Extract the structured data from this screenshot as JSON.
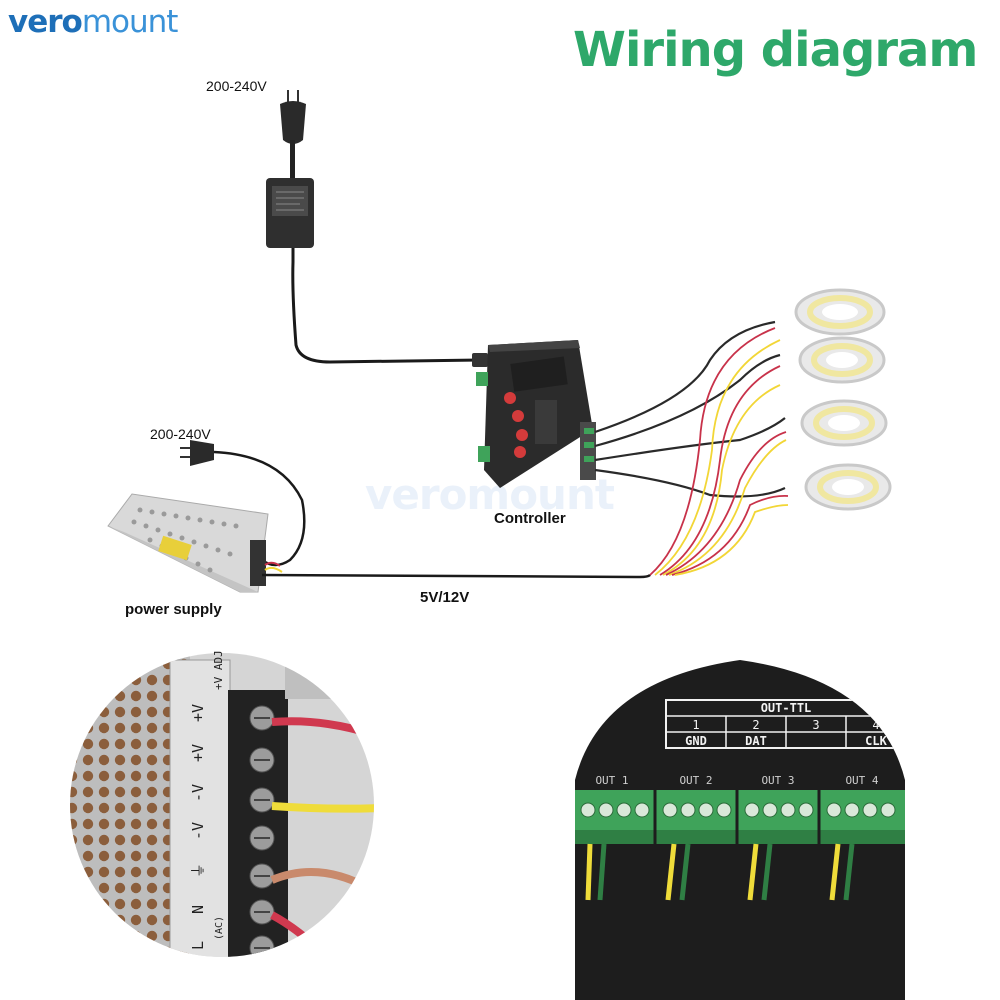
{
  "logo": {
    "part1": "vero",
    "part2": "mount"
  },
  "title": "Wiring diagram",
  "labels": {
    "adapter_voltage": "200-240V",
    "psu_voltage": "200-240V",
    "controller": "Controller",
    "power_supply": "power supply",
    "output_voltage": "5V/12V"
  },
  "watermark": "veromount",
  "terminal_labels": [
    "+V",
    "+V",
    "-V",
    "-V",
    "⏚",
    "N",
    "L"
  ],
  "psu_adj_label": "+V ADJ",
  "psu_ac_label": "(AC)",
  "out_ttl": {
    "header": "OUT-TTL",
    "numbers": [
      "1",
      "2",
      "3",
      "4"
    ],
    "signals": [
      "GND",
      "DAT",
      "",
      "CLK"
    ],
    "ports": [
      "OUT 1",
      "OUT 2",
      "OUT 3",
      "OUT 4"
    ]
  },
  "colors": {
    "title_green": "#2ea86a",
    "logo_blue": "#1e6fb8",
    "wire_red": "#c8324a",
    "wire_yellow": "#f2d636",
    "terminal_green": "#3fa35a",
    "strip_yellow": "#f0e7a0"
  }
}
